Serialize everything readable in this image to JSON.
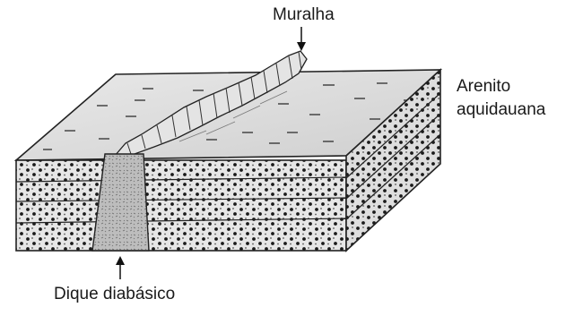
{
  "labels": {
    "top": "Muralha",
    "right_line1": "Arenito",
    "right_line2": "aquidauana",
    "bottom": "Dique diabásico"
  }
}
